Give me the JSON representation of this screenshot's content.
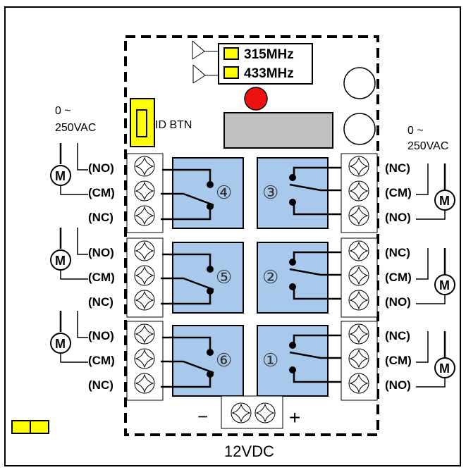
{
  "diagram": {
    "title": "6-channel relay module wiring",
    "power_label": "12VDC",
    "power_minus": "−",
    "power_plus": "+",
    "freq_options": [
      {
        "label": "315MHz",
        "color": "#ffff00"
      },
      {
        "label": "433MHz",
        "color": "#ffff00"
      }
    ],
    "id_button_label": "ID  BTN",
    "voltage_label_line1": "0    ~",
    "voltage_label_line2": "250VAC",
    "motor_label": "M",
    "colors": {
      "relay_fill": "#a8c8ec",
      "led_red": "#ee1111",
      "display_gray": "#c0c0c0",
      "jumper_yellow": "#ffff00"
    },
    "relays": [
      {
        "num": "④",
        "side": "left",
        "terminals": [
          "(NO)",
          "(CM)",
          "(NC)"
        ]
      },
      {
        "num": "③",
        "side": "right",
        "terminals": [
          "(NC)",
          "(CM)",
          "(NO)"
        ]
      },
      {
        "num": "⑤",
        "side": "left",
        "terminals": [
          "(NO)",
          "(CM)",
          "(NC)"
        ]
      },
      {
        "num": "②",
        "side": "right",
        "terminals": [
          "(NC)",
          "(CM)",
          "(NO)"
        ]
      },
      {
        "num": "⑥",
        "side": "left",
        "terminals": [
          "(NO)",
          "(CM)",
          "(NC)"
        ]
      },
      {
        "num": "①",
        "side": "right",
        "terminals": [
          "(NC)",
          "(CM)",
          "(NO)"
        ]
      }
    ]
  }
}
